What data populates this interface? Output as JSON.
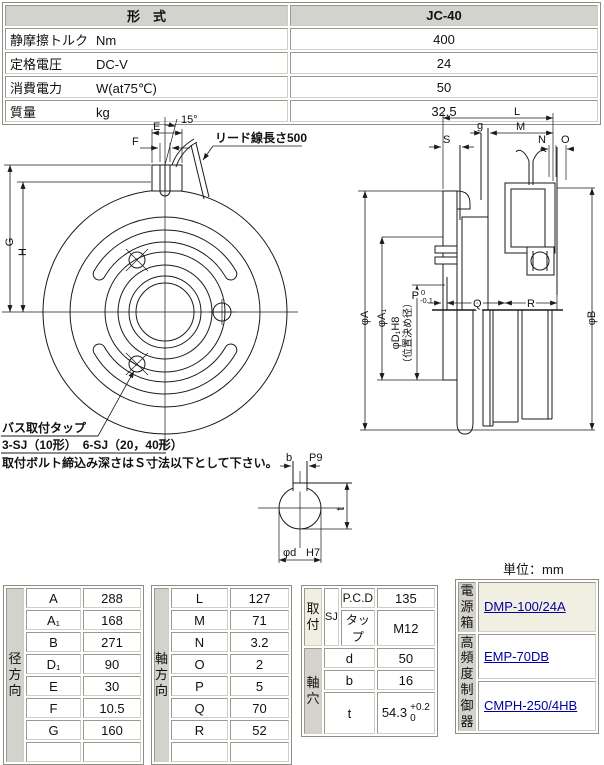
{
  "spec_table": {
    "header_label": "形　式",
    "header_value": "JC-40",
    "rows": [
      {
        "label": "静摩擦トルク",
        "unit": "Nm",
        "value": "400"
      },
      {
        "label": "定格電圧",
        "unit": "DC-V",
        "value": "24"
      },
      {
        "label": "消費電力",
        "unit": "W(at75℃)",
        "value": "50"
      },
      {
        "label": "質量",
        "unit": "kg",
        "value": "32.5"
      }
    ]
  },
  "drawing": {
    "front": {
      "dim_e": "E",
      "dim_f": "F",
      "dim_g": "G",
      "dim_h": "H",
      "angle": "15°",
      "lead_note": "リード線長さ500",
      "tap_note1": "バス取付タップ",
      "tap_note2": "3-SJ（10形）　6-SJ（20，40形）",
      "bolt_note": "取付ボルト締込み深さはＳ寸法以下として下さい。"
    },
    "side": {
      "dim_l": "L",
      "dim_g": "g",
      "dim_m": "M",
      "dim_s": "S",
      "dim_n": "N",
      "dim_o": "O",
      "dim_q": "Q",
      "dim_r": "R",
      "phi_a": "φA",
      "phi_a1": "φA₁",
      "phi_d1": "φD₁H8",
      "positioning": "（位置決め径）",
      "dim_p": "P",
      "p_tol_upper": "0",
      "p_tol_lower": "-0.1",
      "phi_b": "φB"
    },
    "shaft": {
      "dim_b": "b",
      "key_fit": "P9",
      "dim_t": "t",
      "dia": "φd",
      "dia_fit": "H7"
    },
    "unit_note": "単位：mm"
  },
  "radial_table": {
    "header": "径方向",
    "rows": [
      [
        "A",
        "288"
      ],
      [
        "A₁",
        "168"
      ],
      [
        "B",
        "271"
      ],
      [
        "D₁",
        "90"
      ],
      [
        "E",
        "30"
      ],
      [
        "F",
        "10.5"
      ],
      [
        "G",
        "160"
      ]
    ]
  },
  "axial_table": {
    "header": "軸方向",
    "rows": [
      [
        "L",
        "127"
      ],
      [
        "M",
        "71"
      ],
      [
        "N",
        "3.2"
      ],
      [
        "O",
        "2"
      ],
      [
        "P",
        "5"
      ],
      [
        "Q",
        "70"
      ],
      [
        "R",
        "52"
      ]
    ]
  },
  "mount_table": {
    "mount_header": "取付",
    "sj_label": "SJ",
    "pcd_label": "P.C.D",
    "pcd_value": "135",
    "tap_label": "タップ",
    "tap_value": "M12",
    "hole_header": "軸穴",
    "d_label": "d",
    "d_value": "50",
    "b_label": "b",
    "b_value": "16",
    "t_label": "t",
    "t_value": "54.3",
    "t_tol_upper": "+0.2",
    "t_tol_lower": "0"
  },
  "controller_table": {
    "power_header": "電源箱",
    "power_link": "DMP-100/24A",
    "hf_header": "高頻度制御器",
    "hf_link1": "EMP-70DB",
    "hf_link2": "CMPH-250/4HB"
  },
  "colors": {
    "header_bg": "#d4d2cc",
    "highlight_bg": "#f1efe2",
    "link": "#0000a0",
    "line": "#1a1a1a"
  }
}
